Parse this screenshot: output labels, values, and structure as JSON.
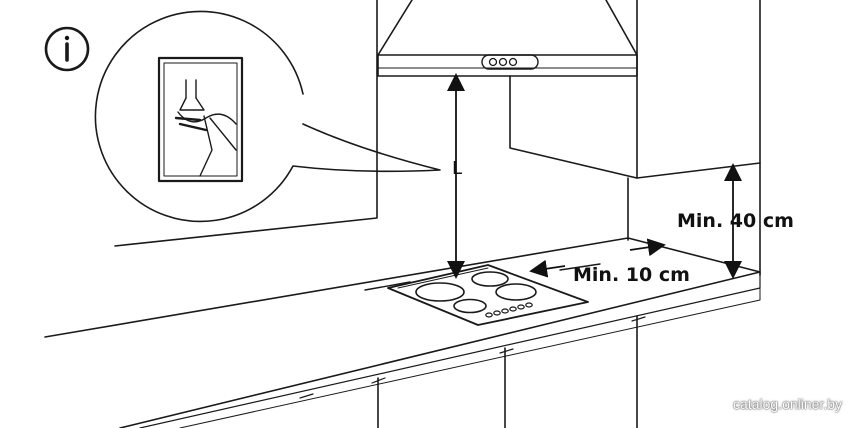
{
  "labels": {
    "clearance_top": "Min. 40 cm",
    "clearance_side": "Min. 10 cm",
    "distance": "L",
    "info_symbol": "i"
  },
  "watermark": "catalog.onliner.by",
  "icons": [
    "info-icon",
    "hood-wall-detail-icon"
  ],
  "colors": {
    "line": "#1a1a1a",
    "background": "#ffffff"
  }
}
